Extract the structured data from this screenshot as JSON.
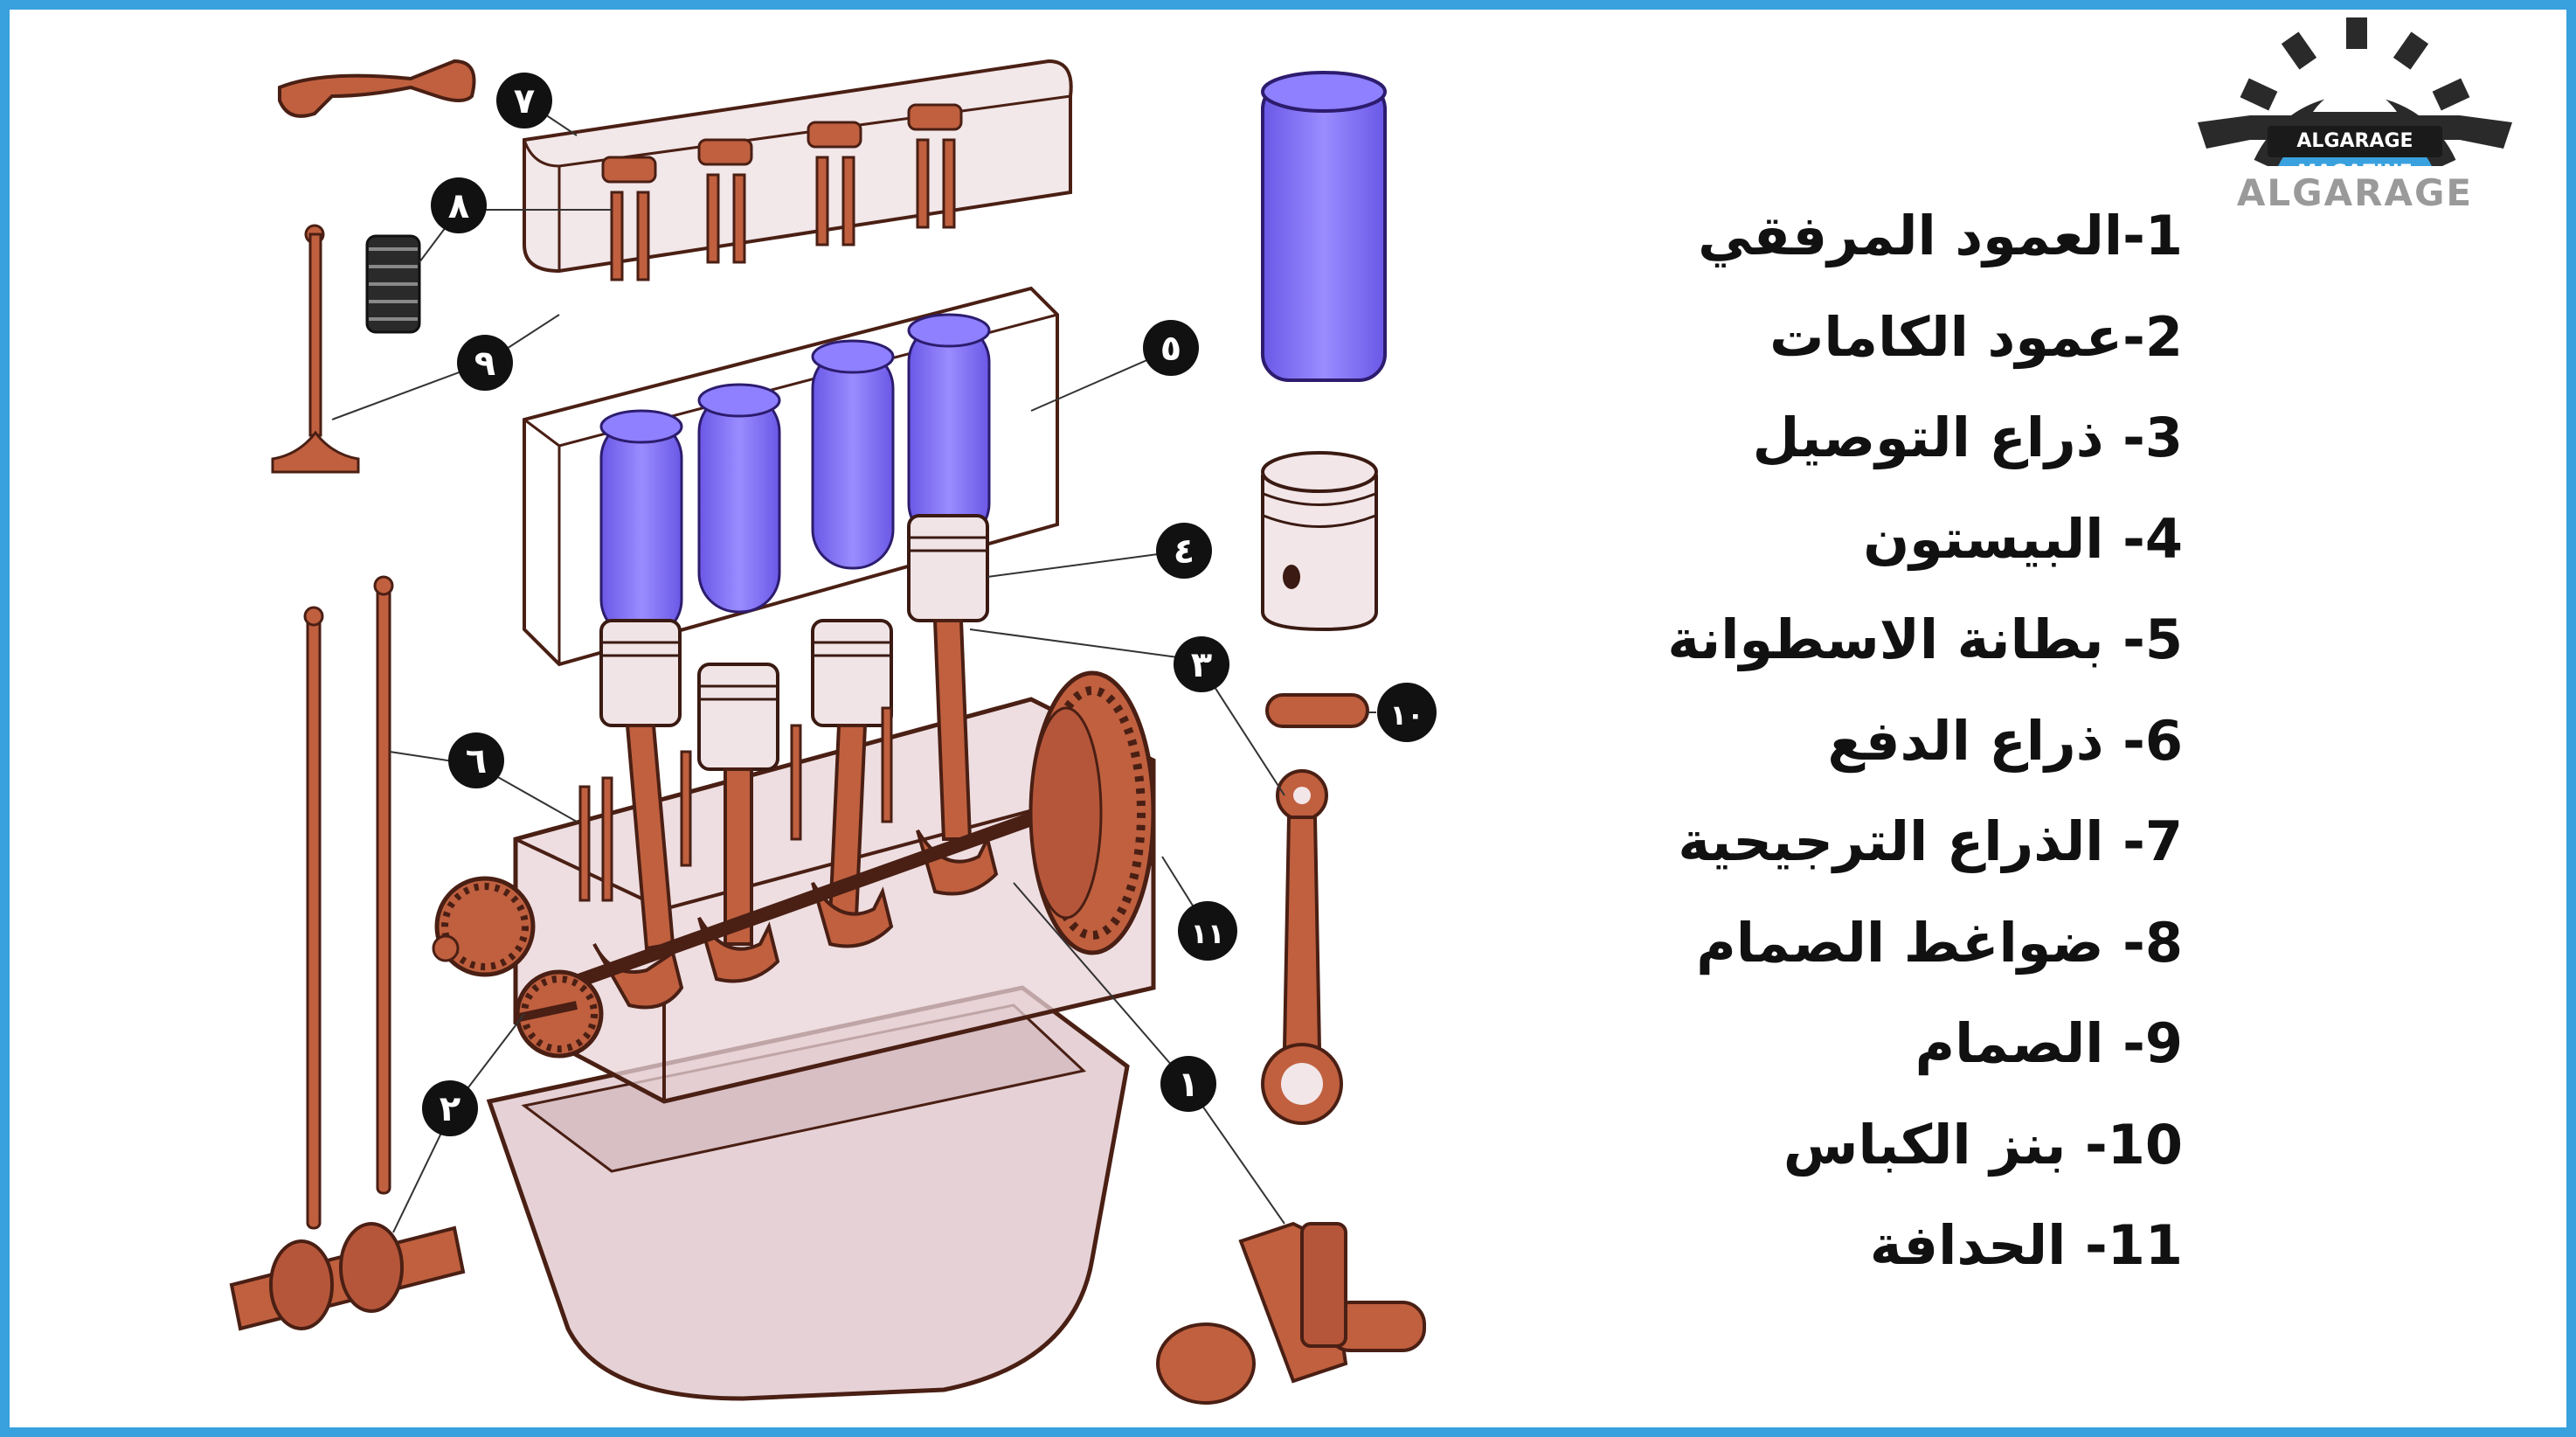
{
  "logo": {
    "ribbon_text": "ALGARAGE MAGAZINE",
    "brand_text": "ALGARAGE"
  },
  "legend": [
    "1-العمود المرفقي",
    "2-عمود الكامات",
    "3- ذراع التوصيل",
    "4- البيستون",
    "5- بطانة الاسطوانة",
    "6- ذراع الدفع",
    "7- الذراع الترجيحية",
    "8- ضواغط الصمام",
    "9- الصمام",
    "10- بنز الكباس",
    "11- الحدافة"
  ],
  "callouts": [
    "١",
    "٢",
    "٣",
    "٤",
    "٥",
    "٦",
    "٧",
    "٨",
    "٩",
    "١٠",
    "١١"
  ],
  "colors": {
    "border": "#3aa1df",
    "part_metal": "#c0603f",
    "part_outline": "#5a2416",
    "cylinder_liner": "#7e6cf0",
    "block_tint": "#e7d3d6",
    "callout_fill": "#111111"
  }
}
